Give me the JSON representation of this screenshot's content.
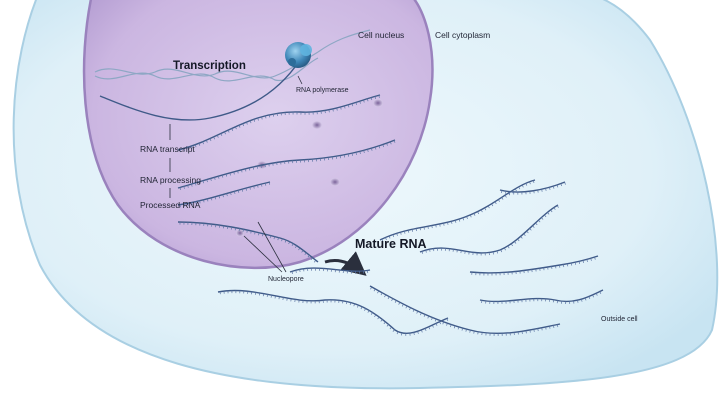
{
  "colors": {
    "cell_fill": "#dff0f8",
    "cell_edge": "#a9cfe3",
    "nucleus_fill": "#cdb9e2",
    "nucleus_edge": "#9a82bd",
    "rna_strand": "#3f5a88",
    "polymerase": "#3f87b8"
  },
  "labels": {
    "cell_nucleus": "Cell nucleus",
    "cell_cytoplasm": "Cell cytoplasm",
    "transcription": "Transcription",
    "rna_polymerase": "RNA polymerase",
    "rna_transcript": "RNA transcript",
    "rna_processing": "RNA processing",
    "processed_rna": "Processed RNA",
    "mature_rna": "Mature RNA",
    "nucleopore": "Nucleopore",
    "outside_cell": "Outside cell"
  }
}
